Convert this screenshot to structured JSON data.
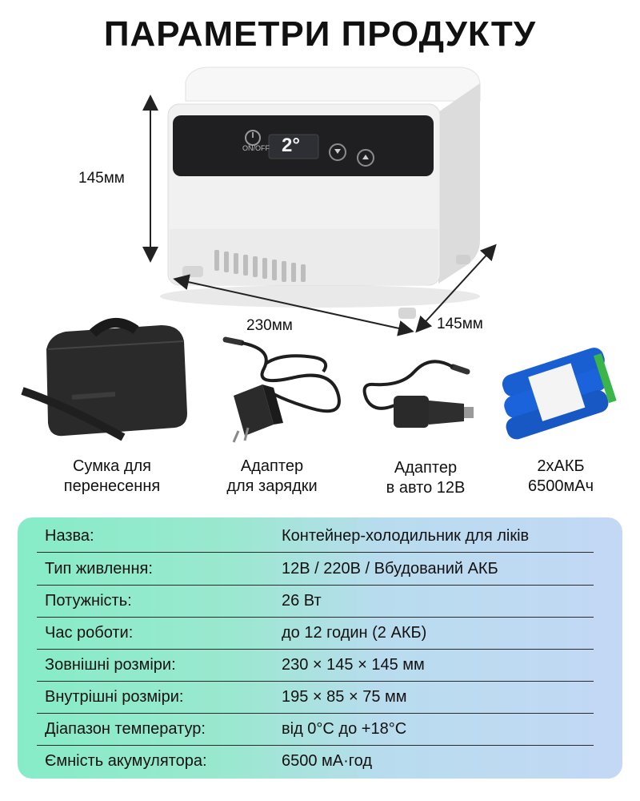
{
  "title": "ПАРАМЕТРИ ПРОДУКТУ",
  "dimensions": {
    "height": "145мм",
    "width": "230мм",
    "depth": "145мм"
  },
  "device_display": {
    "power_label": "ON/OFF",
    "temperature": "2°"
  },
  "accessories": [
    {
      "icon": "carry-bag-icon",
      "line1": "Сумка для",
      "line2": "перенесення"
    },
    {
      "icon": "wall-adapter-icon",
      "line1": "Адаптер",
      "line2": "для зарядки"
    },
    {
      "icon": "car-adapter-icon",
      "line1": "Адаптер",
      "line2": "в авто 12В"
    },
    {
      "icon": "battery-pack-icon",
      "line1": "2хАКБ",
      "line2": "6500мАч"
    }
  ],
  "specs": [
    {
      "label": "Назва:",
      "value": "Контейнер-холодильник для ліків"
    },
    {
      "label": "Тип живлення:",
      "value": "12В / 220В / Вбудований АКБ"
    },
    {
      "label": "Потужність:",
      "value": "26 Вт"
    },
    {
      "label": "Час роботи:",
      "value": "до 12 годин (2 АКБ)"
    },
    {
      "label": "Зовнішні розміри:",
      "value": "230 × 145 × 145 мм"
    },
    {
      "label": "Внутрішні розміри:",
      "value": "195 × 85 × 75 мм"
    },
    {
      "label": "Діапазон температур:",
      "value": "від 0°С до +18°С"
    },
    {
      "label": "Ємність акумулятора:",
      "value": "6500 мА·год"
    }
  ],
  "colors": {
    "panel_left": "#86ecc7",
    "panel_right": "#c3d8f5",
    "display_panel": "#1f1f22",
    "battery_blue": "#1a5fd1"
  }
}
